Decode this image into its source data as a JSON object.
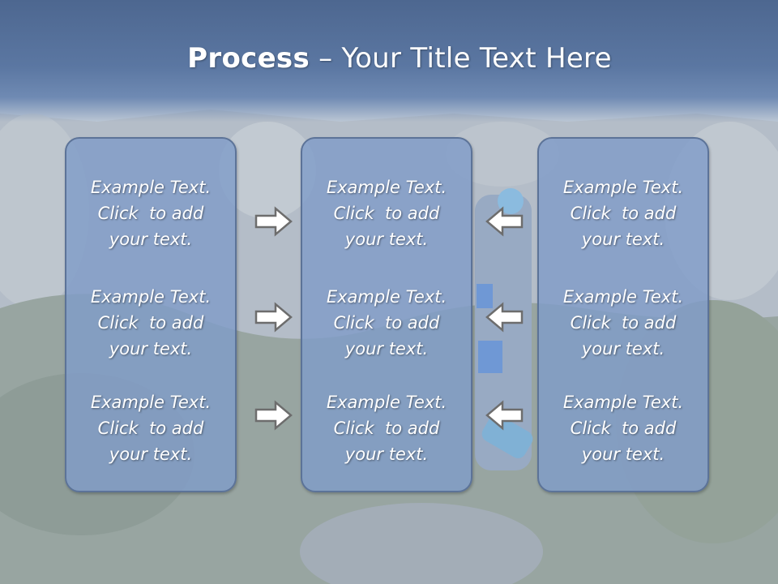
{
  "slide": {
    "title_bold": "Process",
    "title_rest": " – Your Title Text Here"
  },
  "panels": [
    {
      "items": [
        {
          "line1": "Example Text.",
          "line2": "Click  to add",
          "line3": "your text."
        },
        {
          "line1": "Example Text.",
          "line2": "Click  to add",
          "line3": "your text."
        },
        {
          "line1": "Example Text.",
          "line2": "Click  to add",
          "line3": "your text."
        }
      ]
    },
    {
      "items": [
        {
          "line1": "Example Text.",
          "line2": "Click  to add",
          "line3": "your text."
        },
        {
          "line1": "Example Text.",
          "line2": "Click  to add",
          "line3": "your text."
        },
        {
          "line1": "Example Text.",
          "line2": "Click  to add",
          "line3": "your text."
        }
      ]
    },
    {
      "items": [
        {
          "line1": "Example Text.",
          "line2": "Click  to add",
          "line3": "your text."
        },
        {
          "line1": "Example Text.",
          "line2": "Click  to add",
          "line3": "your text."
        },
        {
          "line1": "Example Text.",
          "line2": "Click  to add",
          "line3": "your text."
        }
      ]
    }
  ],
  "arrows": {
    "left_column_icon": "arrow-right-icon",
    "right_column_icon": "arrow-left-icon"
  },
  "colors": {
    "title_band": "#5b77a2",
    "panel_fill": "#809cc8",
    "panel_border": "#5c7398",
    "text": "#ffffff"
  }
}
